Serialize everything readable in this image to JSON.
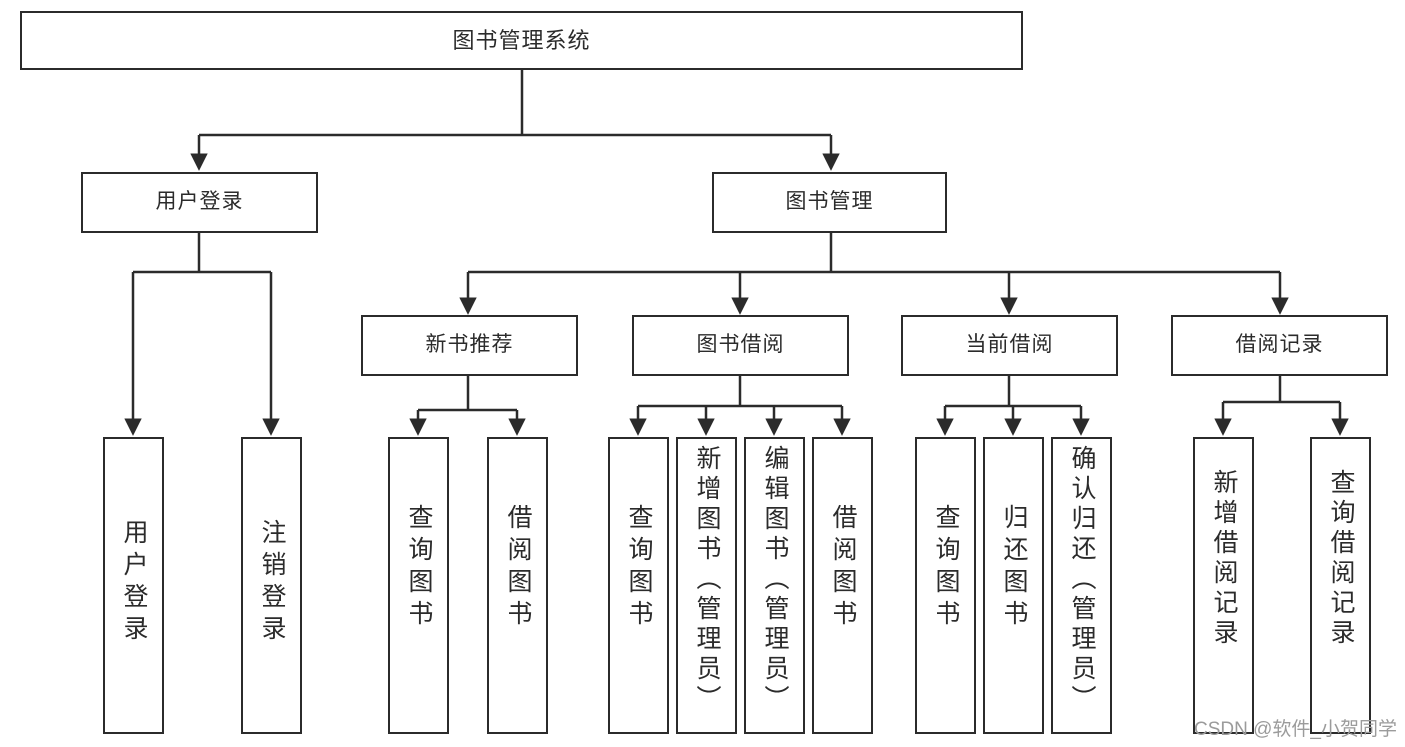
{
  "diagram": {
    "title_node": {
      "label": "图书管理系统"
    },
    "level2": [
      {
        "id": "user-login",
        "label": "用户登录"
      },
      {
        "id": "book-manage",
        "label": "图书管理"
      }
    ],
    "level3": [
      {
        "id": "new-book-recommend",
        "label": "新书推荐"
      },
      {
        "id": "book-borrow",
        "label": "图书借阅"
      },
      {
        "id": "current-borrow",
        "label": "当前借阅"
      },
      {
        "id": "borrow-record",
        "label": "借阅记录"
      }
    ],
    "leaves": [
      {
        "id": "leaf-user-login",
        "label": "用户登录"
      },
      {
        "id": "leaf-logout-login",
        "label": "注销登录"
      },
      {
        "id": "leaf-query-book-1",
        "label": "查询图书"
      },
      {
        "id": "leaf-borrow-book-1",
        "label": "借阅图书"
      },
      {
        "id": "leaf-query-book-2",
        "label": "查询图书"
      },
      {
        "id": "leaf-add-book-admin",
        "label": "新增图书（管理员）"
      },
      {
        "id": "leaf-edit-book-admin",
        "label": "编辑图书（管理员）"
      },
      {
        "id": "leaf-borrow-book-2",
        "label": "借阅图书"
      },
      {
        "id": "leaf-query-book-3",
        "label": "查询图书"
      },
      {
        "id": "leaf-return-book",
        "label": "归还图书"
      },
      {
        "id": "leaf-confirm-return",
        "label": "确认归还（管理员）"
      },
      {
        "id": "leaf-add-borrow-record",
        "label": "新增借阅记录"
      },
      {
        "id": "leaf-query-borrow-record",
        "label": "查询借阅记录"
      }
    ]
  },
  "watermark": {
    "text": "CSDN @软件_小贺同学"
  },
  "colors": {
    "stroke": "#2b2b2b",
    "background": "#ffffff",
    "watermark": "#9b9b9b"
  }
}
